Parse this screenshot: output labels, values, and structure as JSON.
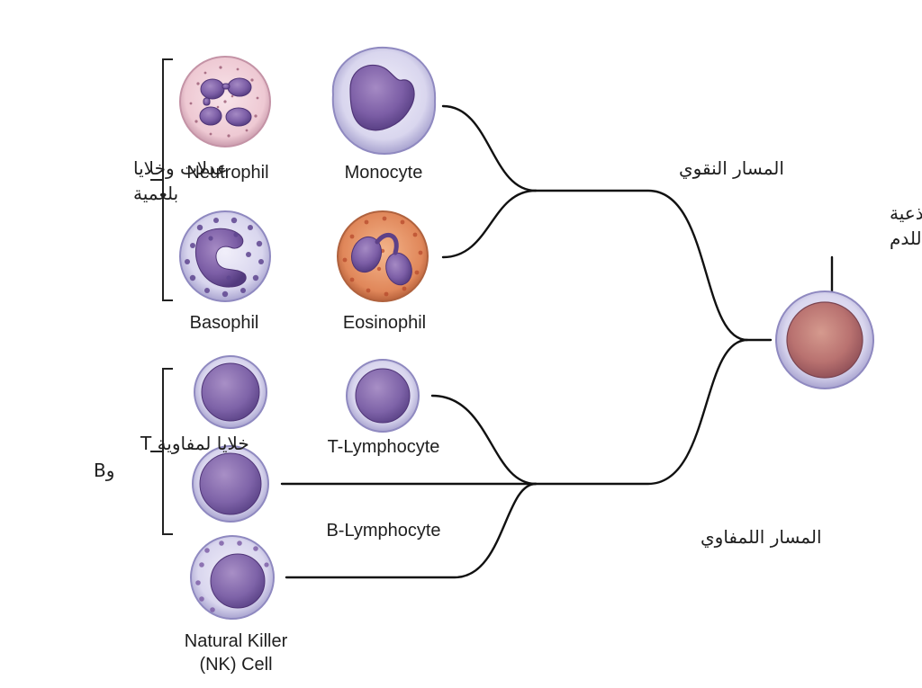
{
  "pathways": {
    "myeloid_label": "المسار النقوي",
    "lymphoid_label": "المسار اللمفاوي"
  },
  "stem_cell": {
    "label_line1": "خلية جذعية",
    "label_line2": "مكوّنة للدم"
  },
  "groups": {
    "granulocytes_line1": "عدلات وخلايا",
    "granulocytes_line2": "بلعمية",
    "lymphocytes_line1": "خلايا لمفاوية T",
    "lymphocytes_line2": "وB"
  },
  "cells": {
    "neutrophil": "Neutrophil",
    "monocyte": "Monocyte",
    "basophil": "Basophil",
    "eosinophil": "Eosinophil",
    "t_lymphocyte": "T-Lymphocyte",
    "b_lymphocyte": "B-Lymphocyte",
    "nk_line1": "Natural Killer",
    "nk_line2": "(NK) Cell"
  }
}
